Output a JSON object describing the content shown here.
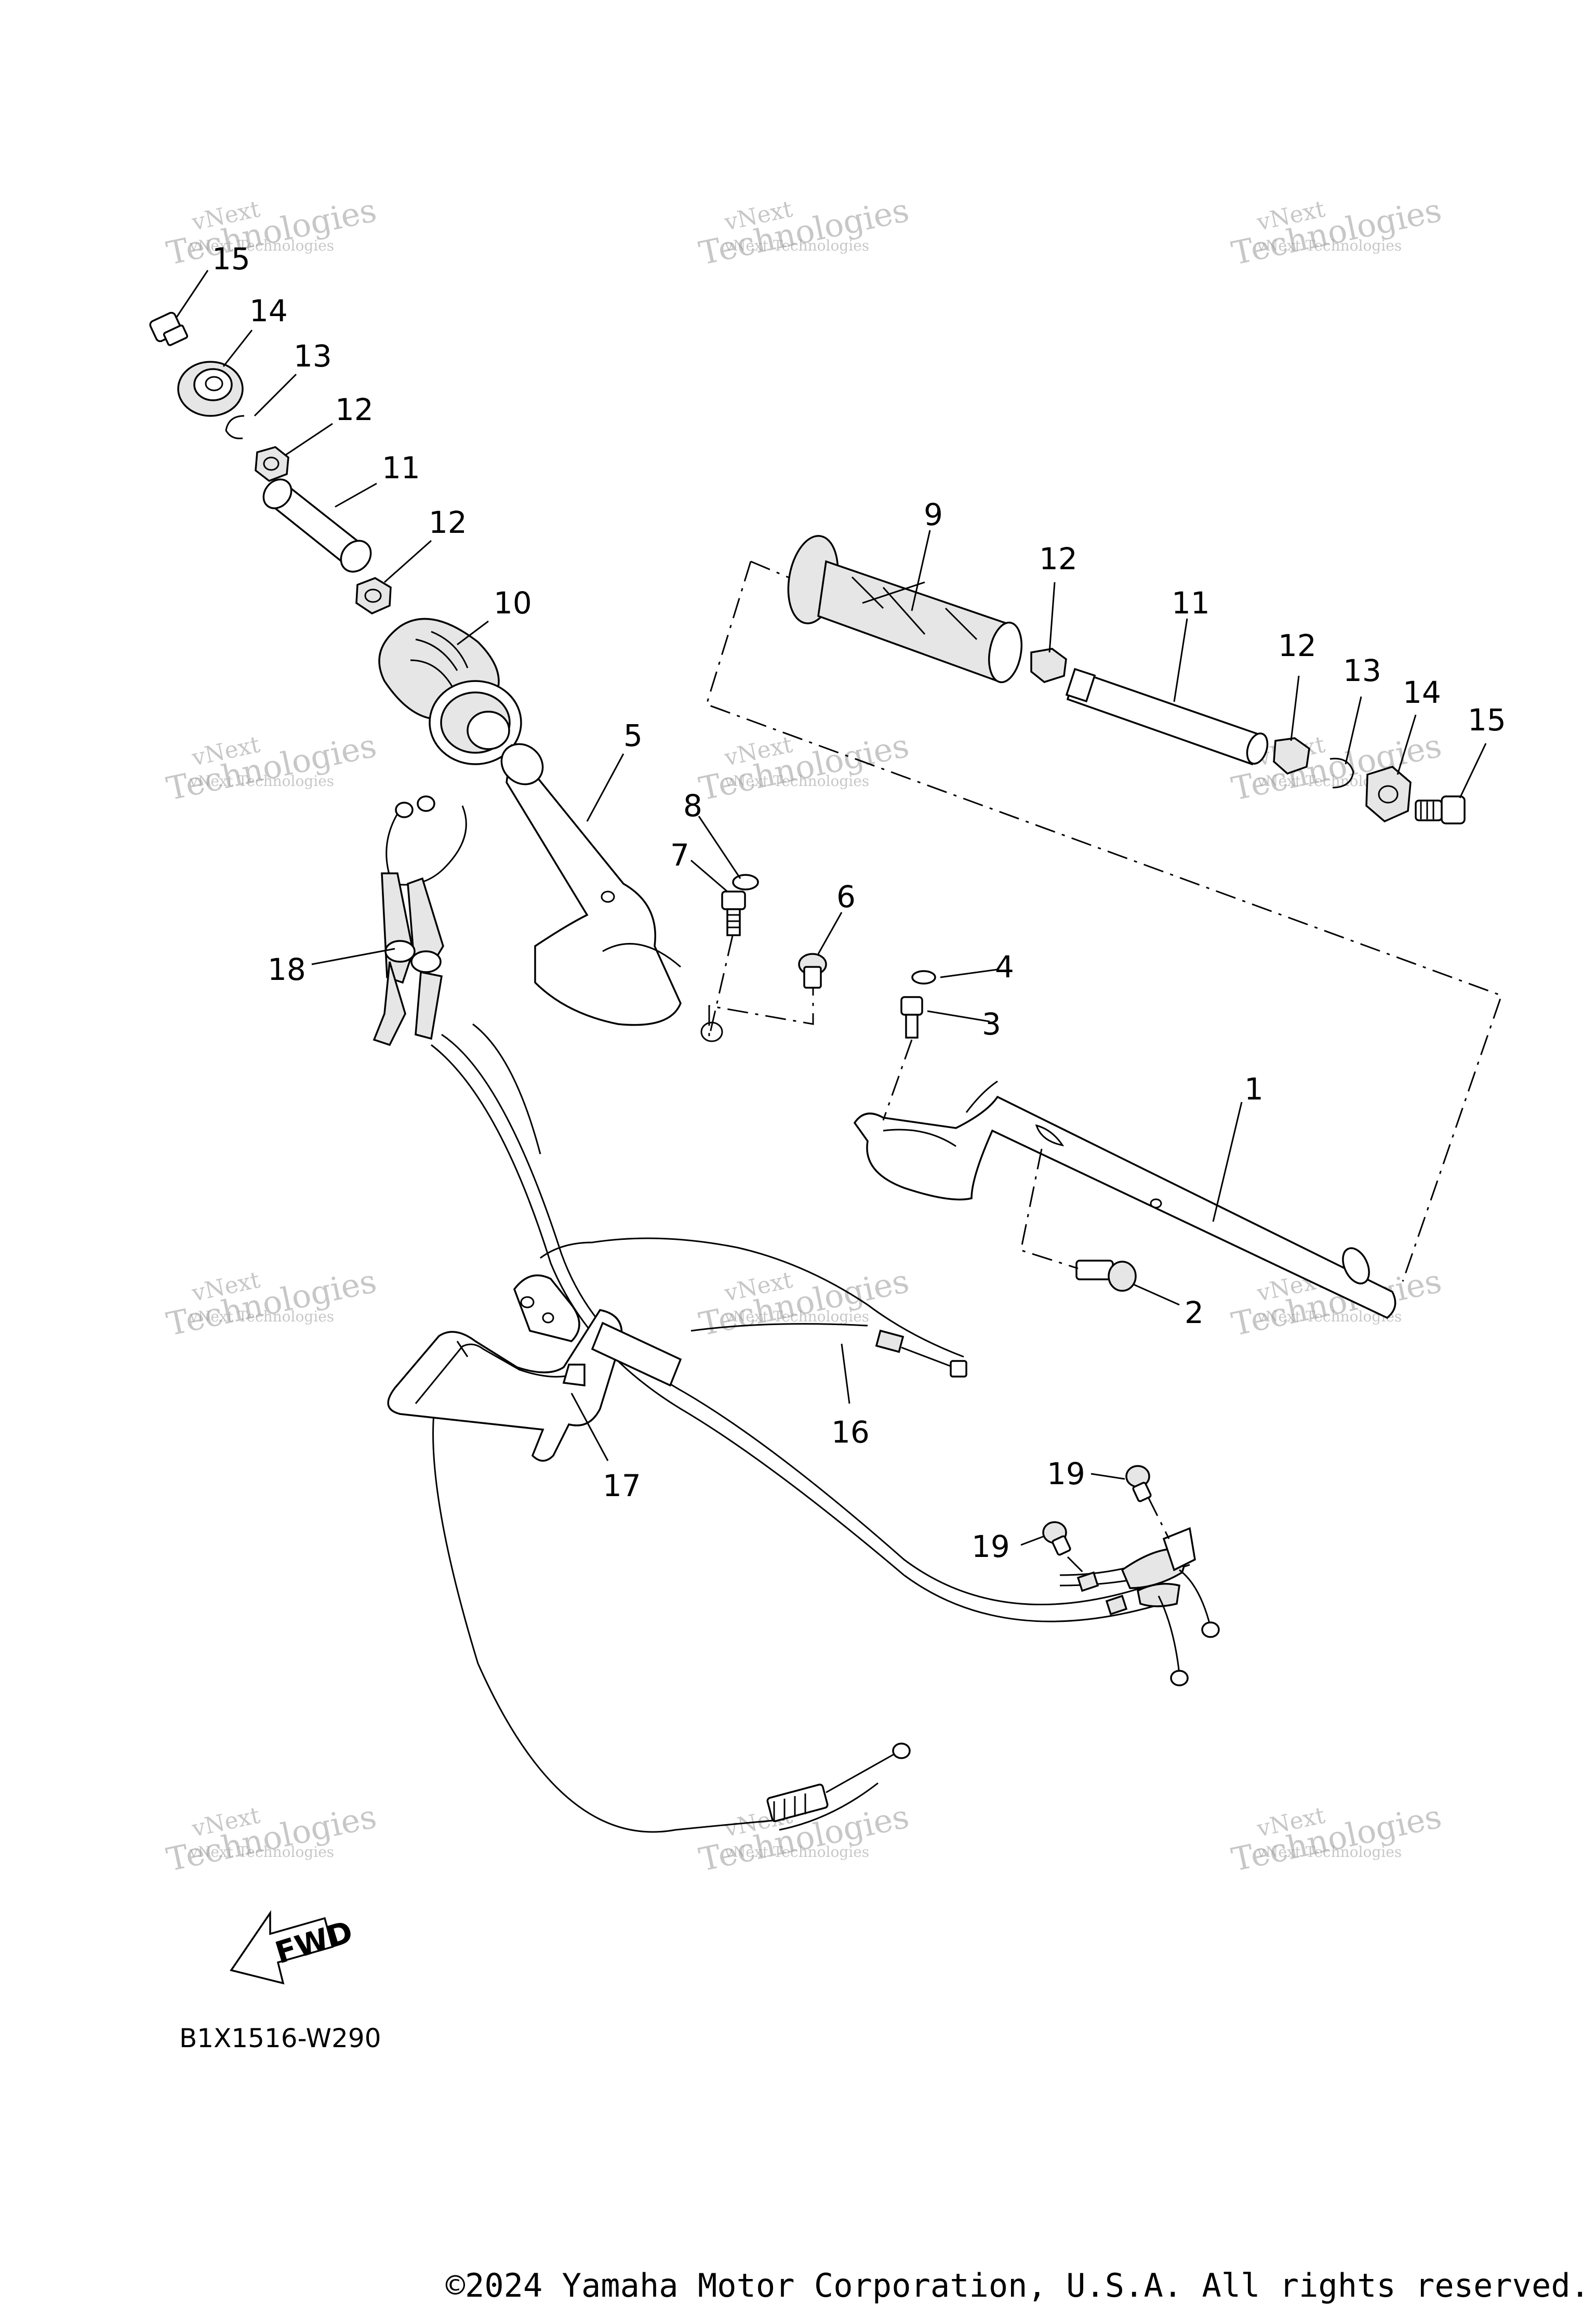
{
  "diagram": {
    "callouts": [
      "1",
      "2",
      "3",
      "4",
      "5",
      "6",
      "7",
      "8",
      "9",
      "10",
      "11",
      "12",
      "12",
      "11",
      "12",
      "12",
      "13",
      "13",
      "14",
      "14",
      "15",
      "15",
      "16",
      "17",
      "18",
      "19",
      "19"
    ],
    "diagram_code": "B1X1516-W290",
    "fwd_label": "FWD",
    "copyright": "©2024 Yamaha Motor Corporation, U.S.A. All rights reserved.",
    "watermark": {
      "line1": "vNext",
      "line2": "Technologies",
      "line3": "vNext Technologies"
    }
  }
}
